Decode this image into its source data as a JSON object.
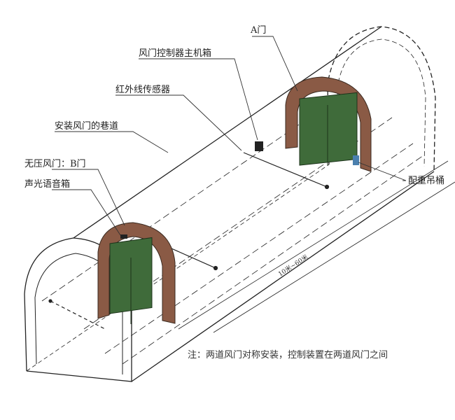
{
  "labels": {
    "door_a": "A门",
    "controller_box": "风门控制器主机箱",
    "ir_sensor": "红外线传感器",
    "tunnel": "安装风门的巷道",
    "door_b": "无压风门：B门",
    "sound_light_box": "声光语音箱",
    "counterweight": "配重吊桶"
  },
  "dimension": "10米~60米",
  "note": "注：两道风门对称安装，控制装置在两道风门之间",
  "colors": {
    "door_frame": "#8a5a45",
    "door_leaf": "#3f6b3a",
    "line": "#222222"
  }
}
